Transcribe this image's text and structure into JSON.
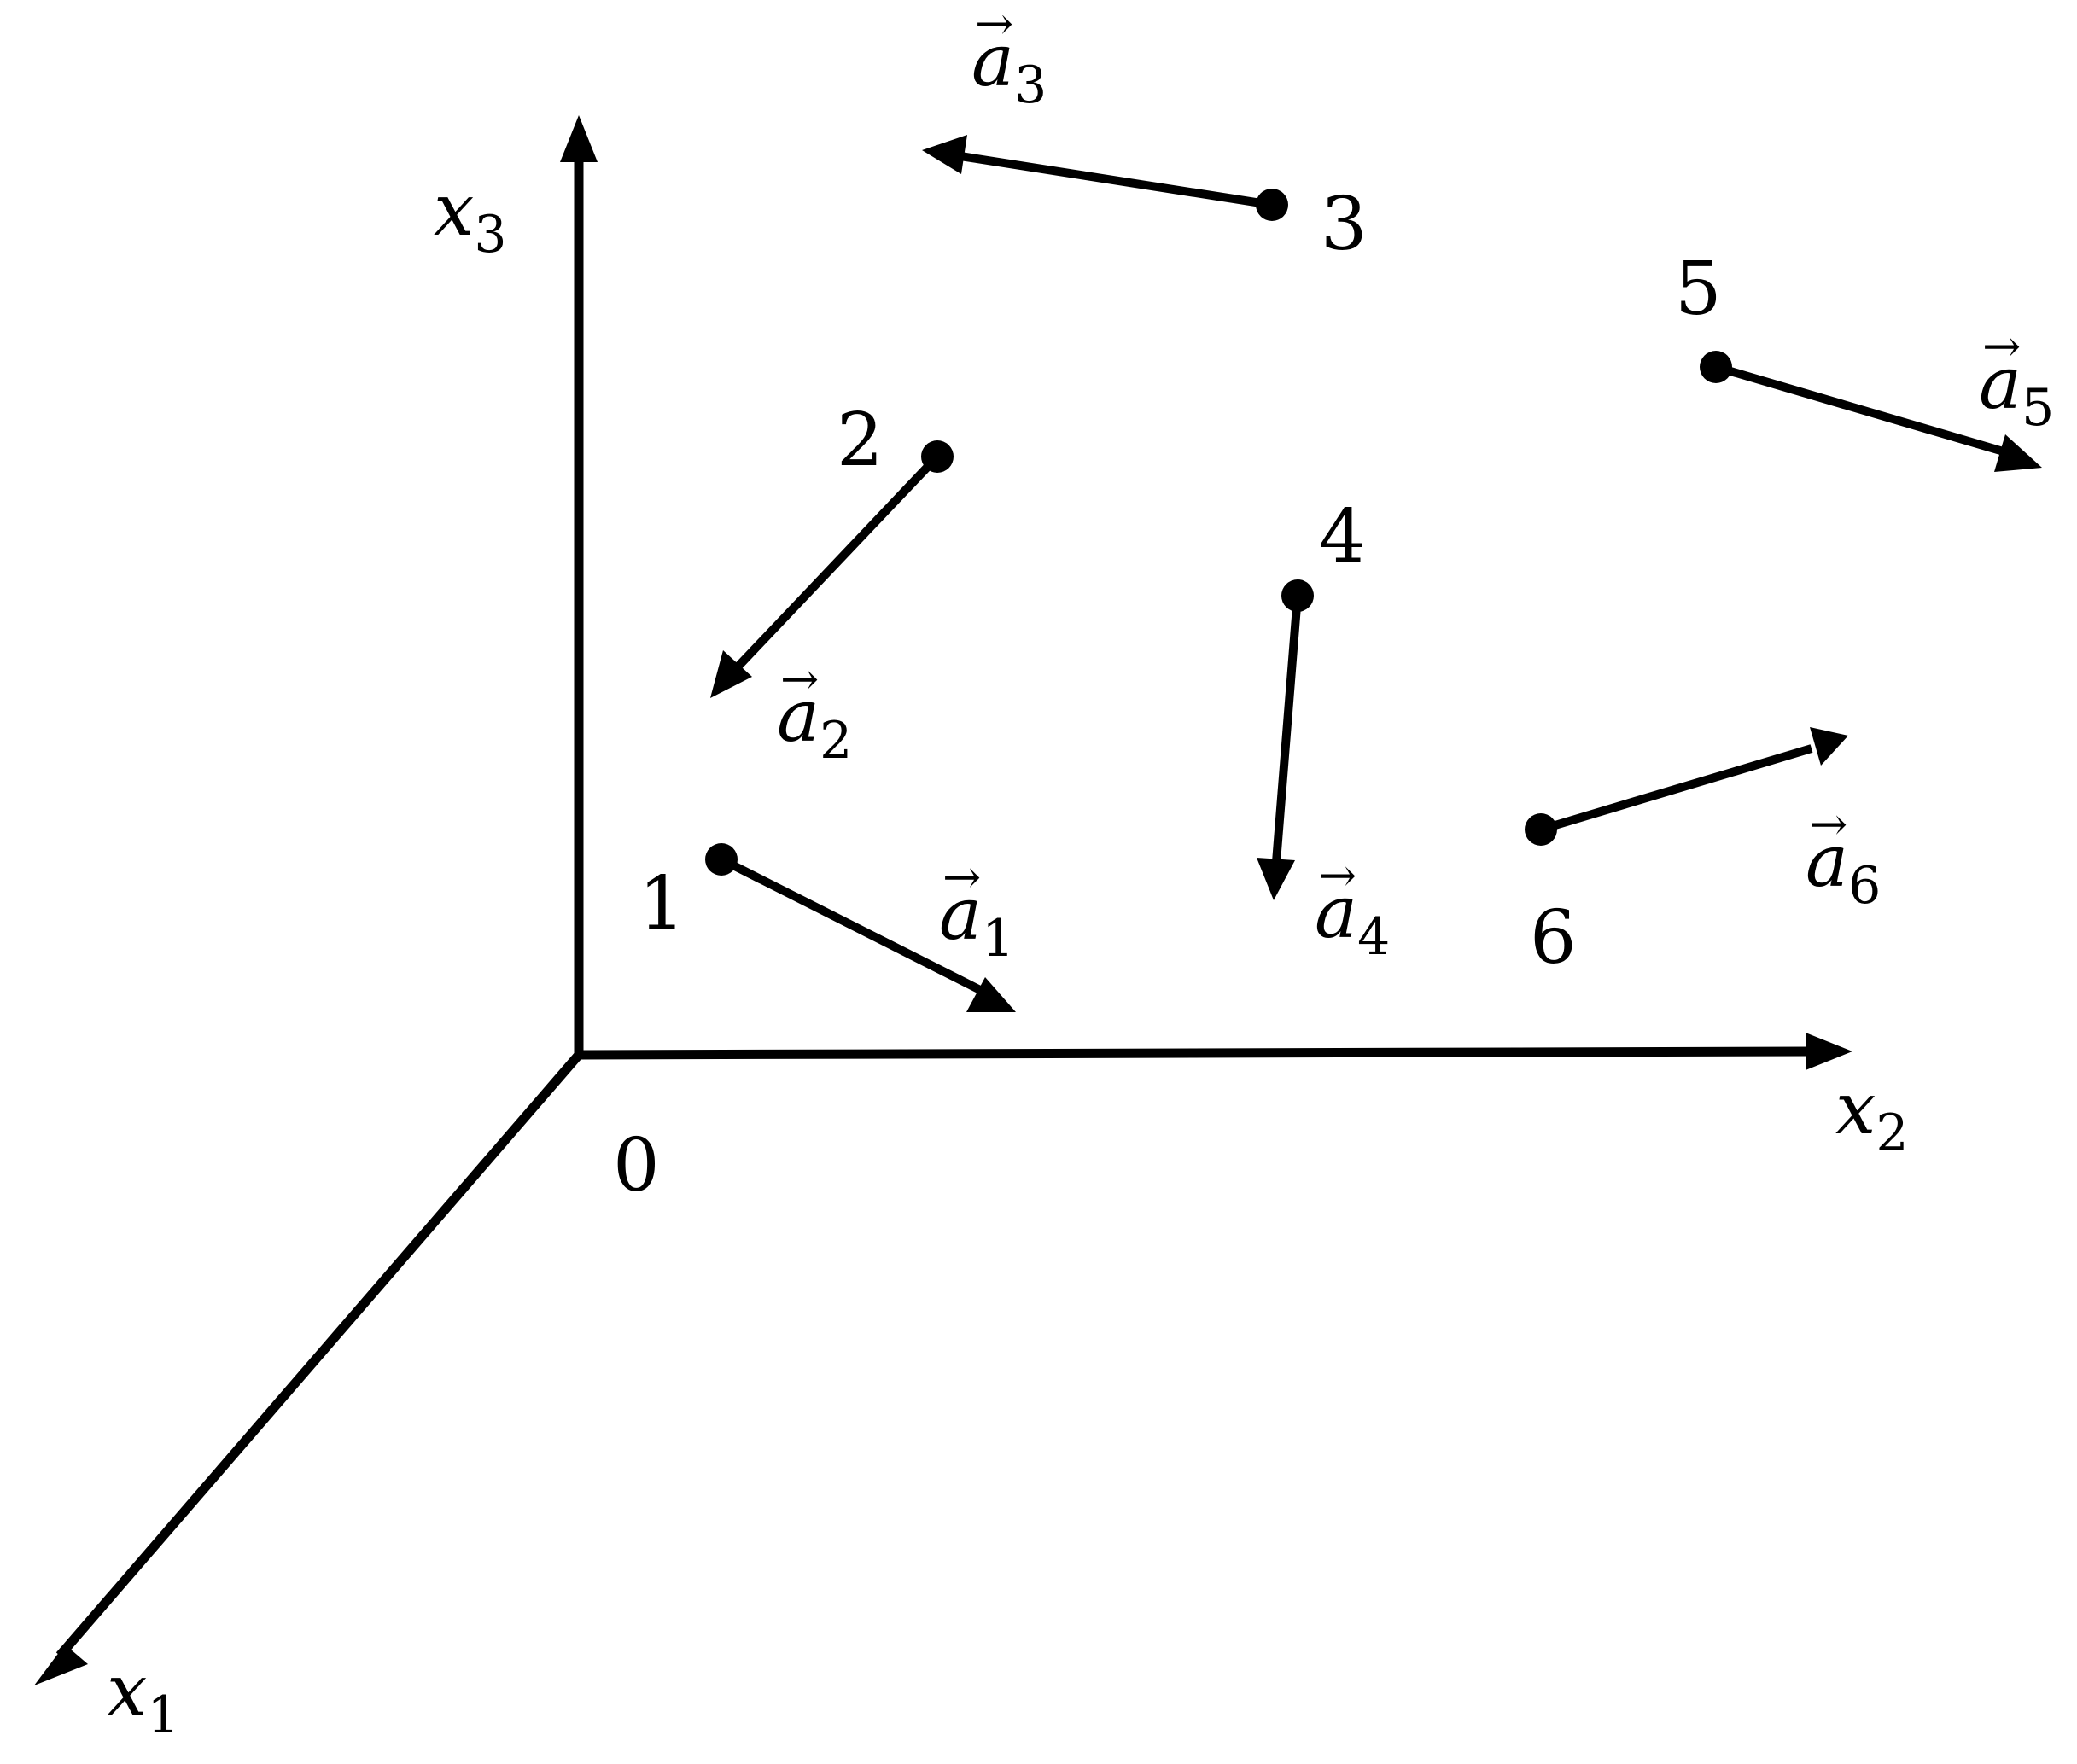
{
  "origin_label": "0",
  "axes": [
    {
      "id": "x1",
      "base": "x",
      "sub": "1"
    },
    {
      "id": "x2",
      "base": "x",
      "sub": "2"
    },
    {
      "id": "x3",
      "base": "x",
      "sub": "3"
    }
  ],
  "points": [
    {
      "id": "1",
      "label": "1",
      "vector": {
        "base": "a",
        "sub": "1",
        "mark": "→"
      }
    },
    {
      "id": "2",
      "label": "2",
      "vector": {
        "base": "a",
        "sub": "2",
        "mark": "→"
      }
    },
    {
      "id": "3",
      "label": "3",
      "vector": {
        "base": "a",
        "sub": "3",
        "mark": "→"
      }
    },
    {
      "id": "4",
      "label": "4",
      "vector": {
        "base": "a",
        "sub": "4",
        "mark": "→"
      }
    },
    {
      "id": "5",
      "label": "5",
      "vector": {
        "base": "a",
        "sub": "5",
        "mark": "→"
      }
    },
    {
      "id": "6",
      "label": "6",
      "vector": {
        "base": "a",
        "sub": "6",
        "mark": "→"
      }
    }
  ],
  "colors": {
    "ink": "#000000",
    "background": "#ffffff"
  }
}
